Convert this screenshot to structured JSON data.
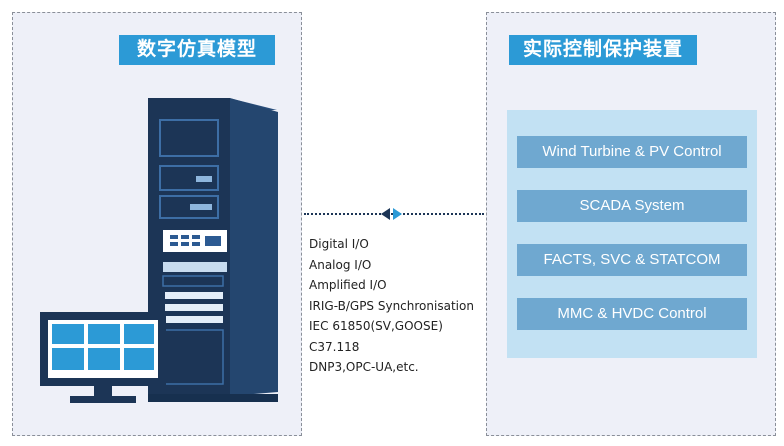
{
  "left_panel": {
    "title": "数字仿真模型"
  },
  "right_panel": {
    "title": "实际控制保护装置",
    "items": [
      {
        "label": "Wind Turbine & PV Control"
      },
      {
        "label": "SCADA System"
      },
      {
        "label": "FACTS, SVC & STATCOM"
      },
      {
        "label": "MMC & HVDC Control"
      }
    ]
  },
  "interfaces": [
    "Digital I/O",
    "Analog I/O",
    "Amplified I/O",
    "IRIG-B/GPS Synchronisation",
    "IEC 61850(SV,GOOSE)",
    "C37.118",
    "DNP3,OPC-UA,etc."
  ],
  "colors": {
    "accent": "#2c9ad6",
    "dark_navy": "#1c3556",
    "control_item": "#6fa8d0",
    "control_area": "#c2e1f3",
    "panel_bg": "#eef0f8"
  },
  "icons": [
    "server-rack-icon",
    "monitor-icon",
    "double-arrow-icon"
  ]
}
